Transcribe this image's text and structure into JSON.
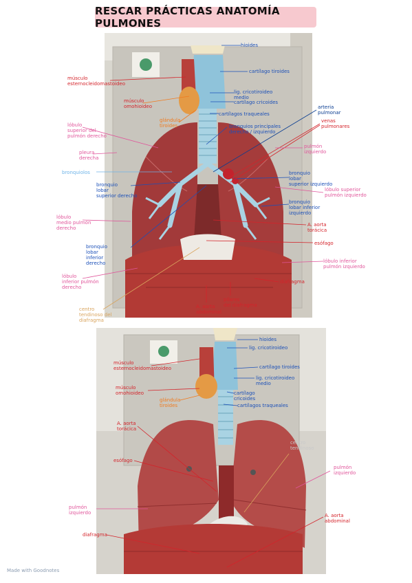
{
  "title": "RESCAR PRÁCTICAS ANATOMÍA PULMONES",
  "footer": "Made with Goodnotes",
  "colors": {
    "title_bg": "#f7c9cf",
    "blue": "#1a4fb8",
    "red": "#d4232a",
    "pink": "#e0549a",
    "orange": "#f07a1e",
    "light_blue": "#6cb3e8",
    "tan": "#d9a45e"
  },
  "top_labels": {
    "hioides": "hioides",
    "cartilago_tiroides": "cartílago tiroides",
    "musculo_esternocleidomastoideo": "músculo\nesternocleidomastoideo",
    "lig_cricotiroideo": "lig. cricotiroideo\nmedio",
    "musculo_omohioideo": "músculo\nomohioideo",
    "cartilago_cricoides": "cartílago cricoides",
    "glandula_tiroides": "glándula\ntiroides",
    "cartilagos_traqueales": "cartílagos traqueales",
    "arteria_pulmonar": "arteria\npulmonar",
    "bronquios_principales": "bronquios principales\nderecho / izquierdo",
    "venas_pulmonares": "venas\npulmonares",
    "lobulo_superior_derecho": "lóbulo\nsuperior del\npulmón derecho",
    "pulmon_izquierdo": "pulmón\nizquierdo",
    "pleura_derecha": "pleura\nderecha",
    "bronquiolos": "bronquiolos",
    "bronquio_lobar_superior_izq": "bronquio\nlobar\nsuperior izquierdo",
    "bronquio_lobar_superior_der": "bronquio\nlobar\nsuperior derecho",
    "lobulo_superior_izq": "lóbulo superior\npulmón izquierdo",
    "bronquio_lobar_inferior_izq": "bronquio\nlobar inferior\nizquierdo",
    "lobulo_medio": "lóbulo\nmedio pulmón\nderecho",
    "aorta_toracica": "A. aorta\ntorácica",
    "bronquio_lobar_inferior_der": "bronquio\nlobar\ninferior\nderecho",
    "esofago": "esófago",
    "lobulo_inferior_der": "lóbulo\ninferior pulmón\nderecho",
    "lobulo_inferior_izq": "lóbulo inferior\npulmón izquierdo",
    "diafragma": "diafragma",
    "centro_tendinoso": "centro\ntendinoso del\ndiafragma",
    "aorta_abdominal": "A. aorta\nabdominal",
    "pilares_diafragma": "pilares\ndel diafragma"
  },
  "bottom_labels": {
    "hioides": "hioides",
    "lig_cricotiroideo_top": "lig. cricotiroideo",
    "musculo_esternocleidomastoideo": "músculo\nesternocleidomastoideo",
    "cartilago_tiroides": "cartílago tiroides",
    "lig_cricotiroideo_medio": "lig. cricotiroideo\nmedio",
    "musculo_omohioideo": "músculo\nomohioideo",
    "cartilago_cricoides": "cartílago\ncricoides",
    "glandula_tiroides": "glándula\ntiroides",
    "cartilagos_traqueales": "cartílagos traqueales",
    "aorta_toracica": "A. aorta\ntorácica",
    "centro_tendinoso": "centro\ntendinoso",
    "pulmon_izquierdo": "pulmón\nizquierdo",
    "esofago": "esófago",
    "pulmon_izquierdo_left": "pulmón\nizquierdo",
    "aorta_abdominal": "A. aorta\nabdominal",
    "diafragma": "diafragma"
  }
}
